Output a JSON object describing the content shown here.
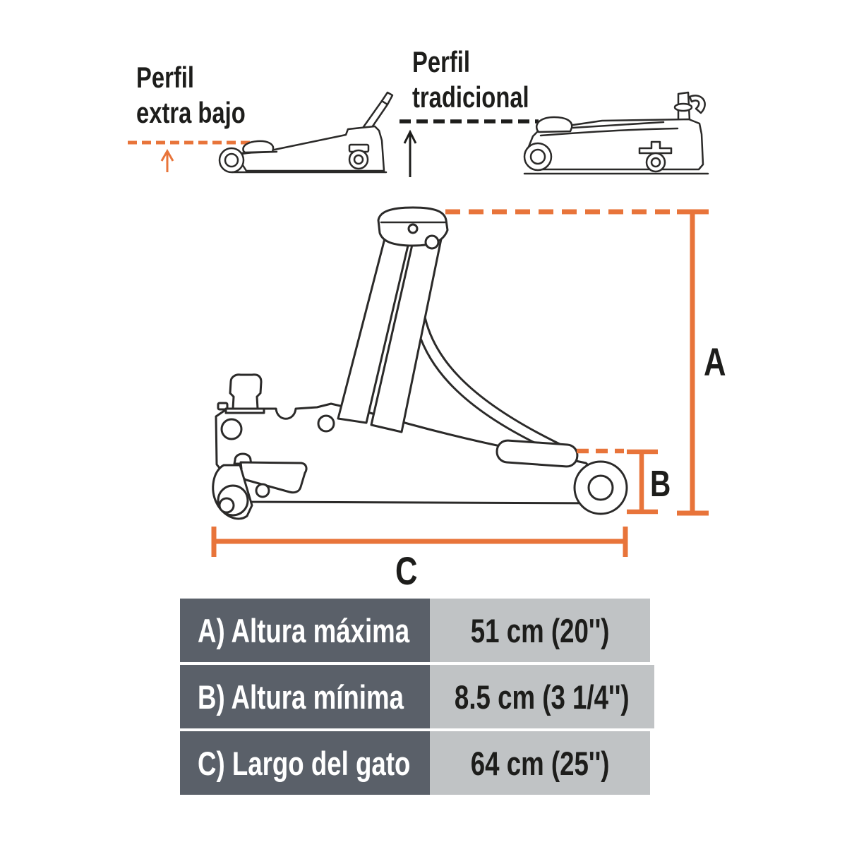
{
  "colors": {
    "accent_orange": "#e8743a",
    "table_header_bg": "#5a6069",
    "table_value_bg": "#c0c3c5",
    "table_header_text": "#ffffff",
    "line_art": "#2b2a29"
  },
  "annotations": {
    "profile_low": {
      "line1": "Perfil",
      "line2": "extra bajo"
    },
    "profile_traditional": {
      "line1": "Perfil",
      "line2": "tradicional"
    },
    "dim_a_label": "A",
    "dim_b_label": "B",
    "dim_c_label": "C"
  },
  "icons": {
    "low_profile_jack": "low-profile-jack-side-view",
    "traditional_jack": "traditional-jack-side-view",
    "main_jack": "floor-jack-raised-side-view",
    "up_arrow_low": "orange-up-arrow",
    "up_arrow_traditional": "black-up-arrow"
  },
  "spec_table": {
    "rows": [
      {
        "label": "A) Altura máxima",
        "value": "51 cm (20'')"
      },
      {
        "label": "B) Altura mínima",
        "value": "8.5 cm (3 1/4'')"
      },
      {
        "label": "C) Largo del gato",
        "value": "64 cm (25'')"
      }
    ]
  }
}
